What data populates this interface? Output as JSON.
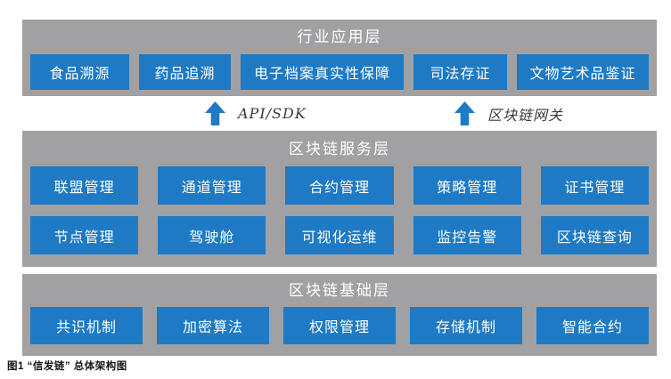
{
  "colors": {
    "box_blue": "#1e7ac4",
    "band_gray": "#a1a1a3",
    "box_text": "#ffffff",
    "connector_label": "#3a3a3a",
    "caption_text": "#141414"
  },
  "layers": [
    {
      "title": "行业应用层",
      "rows": [
        [
          "食品溯源",
          "药品追溯",
          "电子档案真实性保障",
          "司法存证",
          "文物艺术品鉴证"
        ]
      ]
    },
    {
      "title": "区块链服务层",
      "rows": [
        [
          "联盟管理",
          "通道管理",
          "合约管理",
          "策略管理",
          "证书管理"
        ],
        [
          "节点管理",
          "驾驶舱",
          "可视化运维",
          "监控告警",
          "区块链查询"
        ]
      ]
    },
    {
      "title": "区块链基础层",
      "rows": [
        [
          "共识机制",
          "加密算法",
          "权限管理",
          "存储机制",
          "智能合约"
        ]
      ]
    }
  ],
  "connectors": [
    {
      "label": "API/SDK"
    },
    {
      "label": "区块链网关"
    }
  ],
  "caption": "图1 “信发链” 总体架构图"
}
